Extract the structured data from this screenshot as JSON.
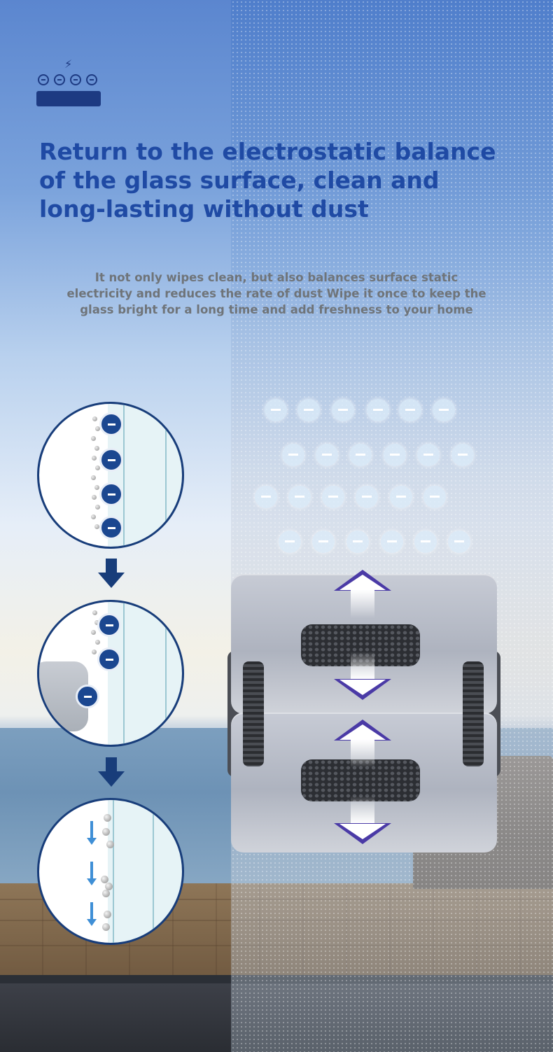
{
  "brand": {
    "logo_icon": "electrostatic-charge-icon",
    "accent_color": "#1f4aa4",
    "dark_color": "#183d7a"
  },
  "headline": {
    "line1": "Return to the electrostatic balance",
    "line2": "of the glass surface, clean and",
    "line3": "long-lasting without dust"
  },
  "description": {
    "line1": "It not only wipes clean, but also balances surface static",
    "line2": "electricity and reduces the rate of dust Wipe it once to keep the",
    "line3": "glass bright for a long time and add freshness to your home"
  },
  "diagram": {
    "steps": [
      "dust-attracted-by-static",
      "wiping-with-cloth",
      "dust-falling-off"
    ],
    "charge_symbol": "negative-charge-icon"
  }
}
